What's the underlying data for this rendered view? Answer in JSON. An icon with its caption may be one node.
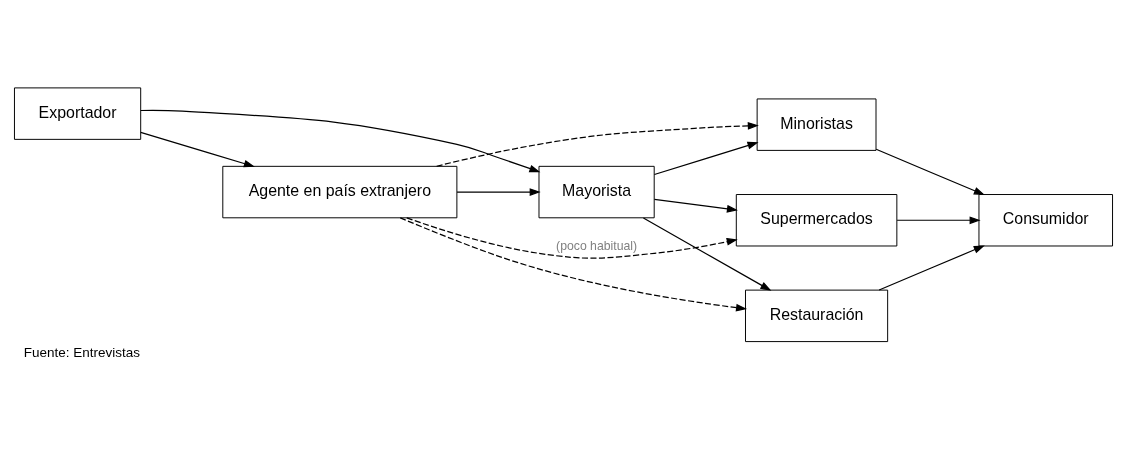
{
  "diagram": {
    "caption": "Fuente: Entrevistas",
    "nodes": [
      {
        "text": [
          "Agente en país extranjero"
        ]
      },
      {
        "text": [
          "Exportador"
        ]
      },
      {
        "text": [
          "Mayorista"
        ]
      },
      {
        "text": [
          "Supermercados"
        ]
      },
      {
        "text": [
          "Restauración"
        ]
      },
      {
        "text": [
          "Minoristas"
        ]
      },
      {
        "text": [
          "Consumidor"
        ]
      }
    ],
    "edges": [
      {
        "from": 1,
        "to": 0,
        "arrow": "to"
      },
      {
        "from": 1,
        "to": 2,
        "arrow": "to"
      },
      {
        "from": 0,
        "to": 2,
        "arrow": "to"
      },
      {
        "from": 0,
        "to": 3,
        "arrow": "to",
        "style": "dashed",
        "label": "(poco habitual)"
      },
      {
        "from": 0,
        "to": 4,
        "arrow": "to",
        "style": "dashed"
      },
      {
        "from": 0,
        "to": 5,
        "arrow": "to",
        "style": "dashed"
      },
      {
        "from": 2,
        "to": 3,
        "arrow": "to"
      },
      {
        "from": 2,
        "to": 4,
        "arrow": "to"
      },
      {
        "from": 2,
        "to": 5,
        "arrow": "to"
      },
      {
        "from": 3,
        "to": 6,
        "arrow": "to"
      },
      {
        "from": 4,
        "to": 6,
        "arrow": "to"
      },
      {
        "from": 5,
        "to": 6,
        "arrow": "to"
      }
    ]
  }
}
